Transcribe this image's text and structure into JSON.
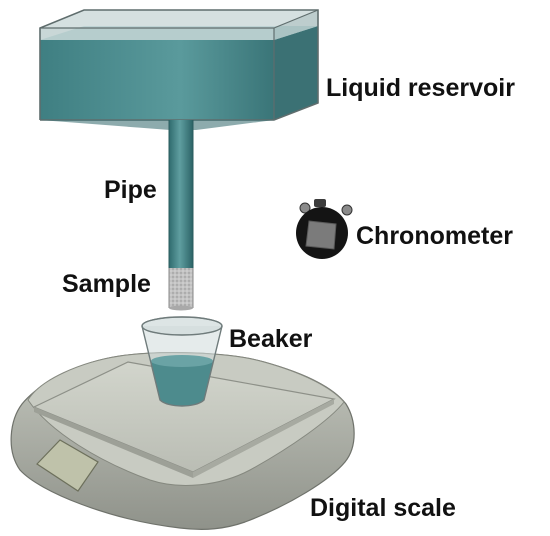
{
  "labels": {
    "reservoir": "Liquid reservoir",
    "pipe": "Pipe",
    "chronometer": "Chronometer",
    "sample": "Sample",
    "beaker": "Beaker",
    "scale": "Digital scale"
  },
  "colors": {
    "liquid": "#4f8f91",
    "liquid_dark": "#2f6e70",
    "glass_edge": "#6f7b7b",
    "scale_body": "#b7bab1",
    "scale_top": "#c9ccc3",
    "sample_fill": "#b9b9b9",
    "chronometer_body": "#141414",
    "chronometer_face": "#7b7b7b"
  }
}
